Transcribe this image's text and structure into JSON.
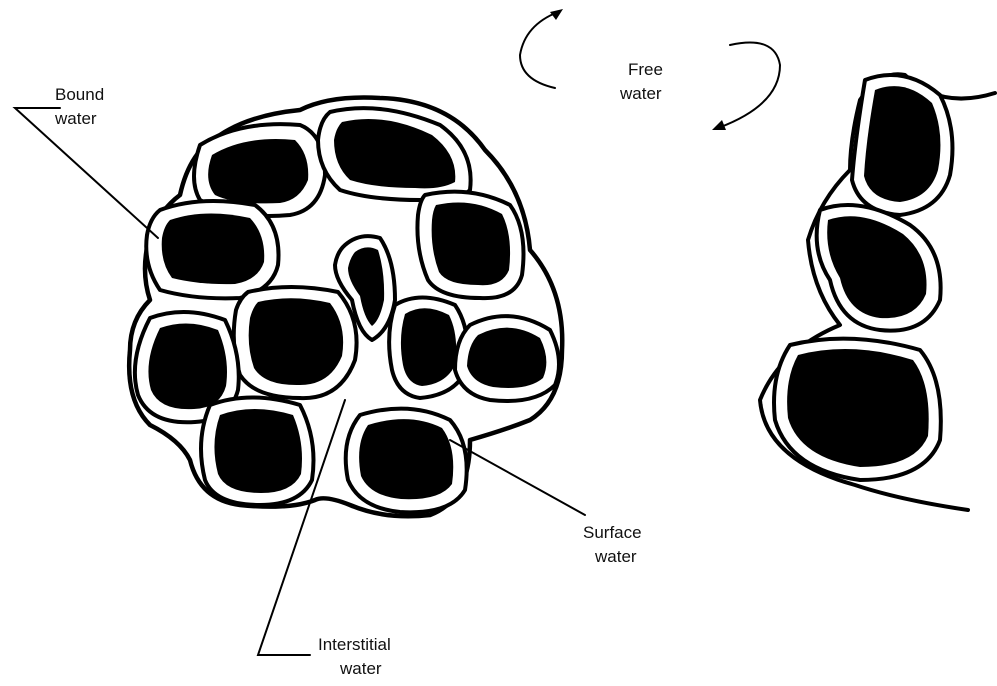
{
  "labels": {
    "bound_line1": "Bound",
    "bound_line2": "water",
    "free_line1": "Free",
    "free_line2": "water",
    "surface_line1": "Surface",
    "surface_line2": "water",
    "interstitial_line1": "Interstitial",
    "interstitial_line2": "water"
  },
  "colors": {
    "ink": "#000000",
    "background": "#ffffff"
  }
}
